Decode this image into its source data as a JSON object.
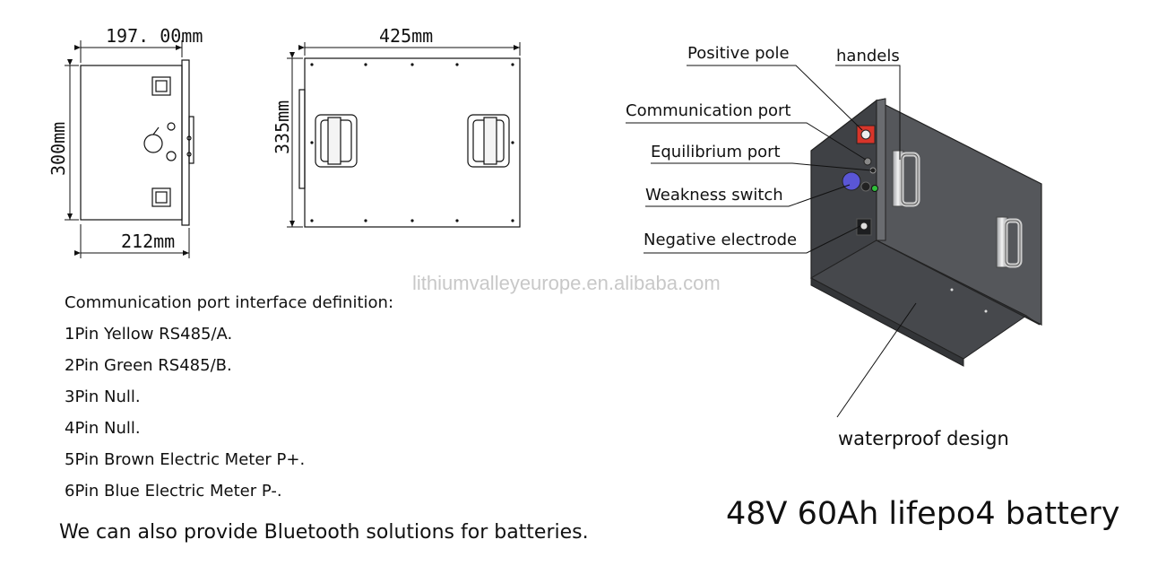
{
  "dimensions": {
    "front_width": "197. 00mm",
    "front_height": "300mm",
    "front_depth": "212mm",
    "side_width": "425mm",
    "side_height": "335mm"
  },
  "callouts": {
    "positive_pole": "Positive pole",
    "handles": "handels",
    "communication_port": "Communication port",
    "equilibrium_port": "Equilibrium port",
    "weakness_switch": "Weakness switch",
    "negative_electrode": "Negative electrode",
    "waterproof": "waterproof design"
  },
  "watermark": "lithiumvalleyeurope.en.alibaba.com",
  "interface": {
    "heading": "Communication port interface definition:",
    "pins": [
      "1Pin Yellow RS485/A.",
      "2Pin Green RS485/B.",
      "3Pin Null.",
      "4Pin Null.",
      "5Pin Brown Electric Meter P+.",
      "6Pin Blue Electric Meter P-."
    ]
  },
  "bluetooth_note": "We can also provide Bluetooth solutions for batteries.",
  "product_title": "48V 60Ah lifepo4 battery",
  "colors": {
    "body_dark": "#55575b",
    "body_front": "#3f4145",
    "positive_red": "#d8352a",
    "switch_blue": "#5a56d6",
    "led_green": "#2fbf3a"
  }
}
